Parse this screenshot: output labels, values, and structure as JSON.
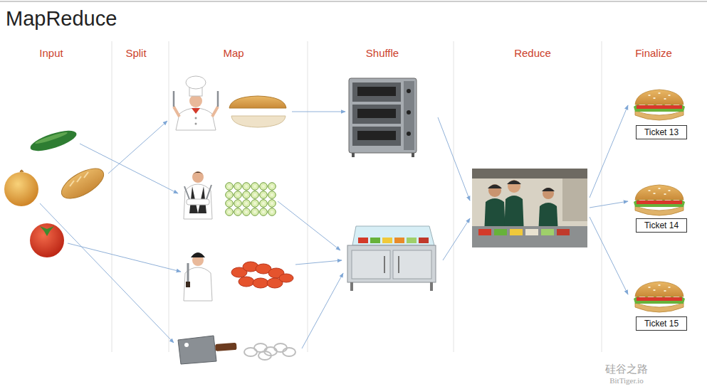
{
  "diagram": {
    "title": "MapReduce",
    "nodes": [
      {
        "text": [
          "Ticket 13"
        ]
      },
      {
        "text": [
          "Ticket 14"
        ]
      },
      {
        "text": [
          "Ticket 15"
        ]
      }
    ],
    "labels": [
      "Input",
      "Split",
      "Map",
      "Shuffle",
      "Reduce",
      "Finalize",
      "硅谷之路",
      "BitTiger.io"
    ]
  }
}
